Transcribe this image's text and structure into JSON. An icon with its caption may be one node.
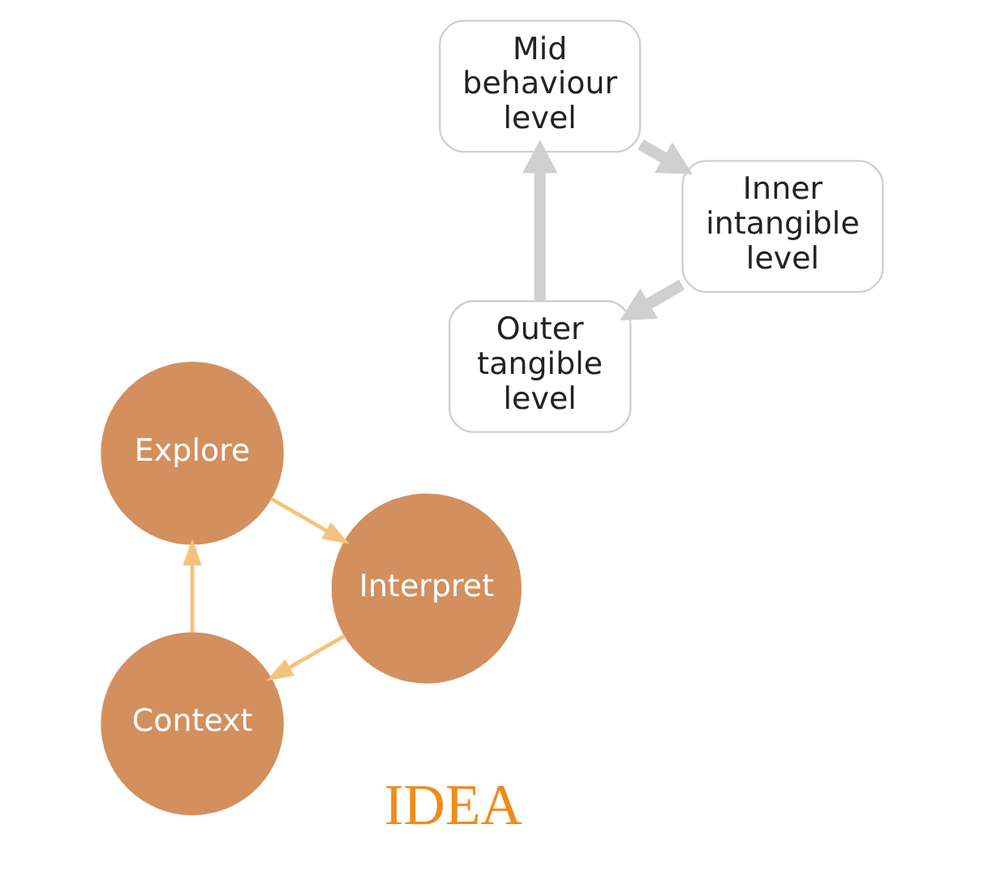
{
  "diagram": {
    "nodes": [
      {
        "text": [
          "Context"
        ]
      },
      {
        "text": [
          "Explore"
        ]
      },
      {
        "text": [
          "Interpret"
        ]
      },
      {
        "text": [
          "Outer tangible level"
        ]
      },
      {
        "text": [
          "Mid behaviour level"
        ]
      },
      {
        "text": [
          "Inner intangible level"
        ]
      }
    ],
    "edges": [
      {
        "from": 0,
        "to": 1,
        "arrow": "to",
        "color": "#f5c27e"
      },
      {
        "from": 1,
        "to": 2,
        "arrow": "to",
        "color": "#f5c27e"
      },
      {
        "from": 2,
        "to": 0,
        "arrow": "to",
        "color": "#f5c27e"
      },
      {
        "from": 3,
        "to": 4,
        "arrow": "to",
        "style": "thick",
        "color": "#cfcfcf"
      },
      {
        "from": 4,
        "to": 5,
        "arrow": "to",
        "style": "thick",
        "color": "#cfcfcf"
      },
      {
        "from": 5,
        "to": 3,
        "arrow": "to",
        "style": "thick",
        "color": "#cfcfcf"
      }
    ],
    "labels": [
      "IDEA"
    ]
  }
}
